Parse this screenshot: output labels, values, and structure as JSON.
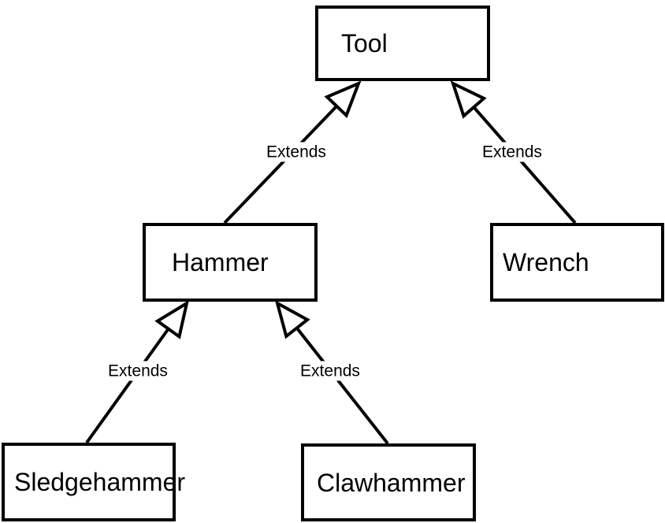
{
  "diagram": {
    "type": "uml-class-inheritance",
    "background_color": "#ffffff",
    "stroke_color": "#000000",
    "node_fill_color": "#ffffff",
    "nodes": [
      {
        "id": "tool",
        "label": "Tool"
      },
      {
        "id": "hammer",
        "label": "Hammer"
      },
      {
        "id": "wrench",
        "label": "Wrench"
      },
      {
        "id": "sledgehammer",
        "label": "Sledgehammer"
      },
      {
        "id": "clawhammer",
        "label": "Clawhammer"
      }
    ],
    "edges": [
      {
        "from": "Hammer",
        "to": "Tool",
        "label": "Extends",
        "relation": "generalization"
      },
      {
        "from": "Wrench",
        "to": "Tool",
        "label": "Extends",
        "relation": "generalization"
      },
      {
        "from": "Sledgehammer",
        "to": "Hammer",
        "label": "Extends",
        "relation": "generalization"
      },
      {
        "from": "Clawhammer",
        "to": "Hammer",
        "label": "Extends",
        "relation": "generalization"
      }
    ]
  }
}
